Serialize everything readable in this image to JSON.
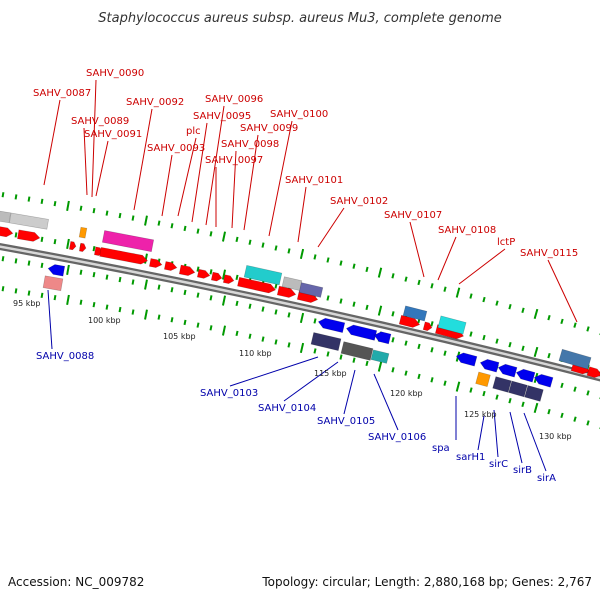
{
  "title": "Staphylococcus aureus subsp. aureus Mu3, complete genome",
  "footer": {
    "accession": "Accession: NC_009782",
    "summary": "Topology: circular; Length: 2,880,168 bp; Genes: 2,767"
  },
  "scale_labels": [
    "95 kbp",
    "100 kbp",
    "105 kbp",
    "110 kbp",
    "115 kbp",
    "120 kbp",
    "125 kbp",
    "130 kbp"
  ],
  "genes_top": [
    "SAHV_0087",
    "SAHV_0089",
    "SAHV_0090",
    "SAHV_0091",
    "SAHV_0092",
    "SAHV_0093",
    "plc",
    "SAHV_0095",
    "SAHV_0096",
    "SAHV_0097",
    "SAHV_0098",
    "SAHV_0099",
    "SAHV_0100",
    "SAHV_0101",
    "SAHV_0102",
    "SAHV_0107",
    "SAHV_0108",
    "lctP",
    "SAHV_0115"
  ],
  "genes_bottom": [
    "SAHV_0088",
    "SAHV_0103",
    "SAHV_0104",
    "SAHV_0105",
    "SAHV_0106",
    "spa",
    "sarH1",
    "sirC",
    "sirB",
    "sirA"
  ],
  "colors": {
    "forward_gene": "#ff0000",
    "reverse_gene": "#0000ee",
    "top_label": "#cc0000",
    "bottom_label": "#0000aa",
    "backbone": "#888888",
    "tick": "#009900"
  }
}
